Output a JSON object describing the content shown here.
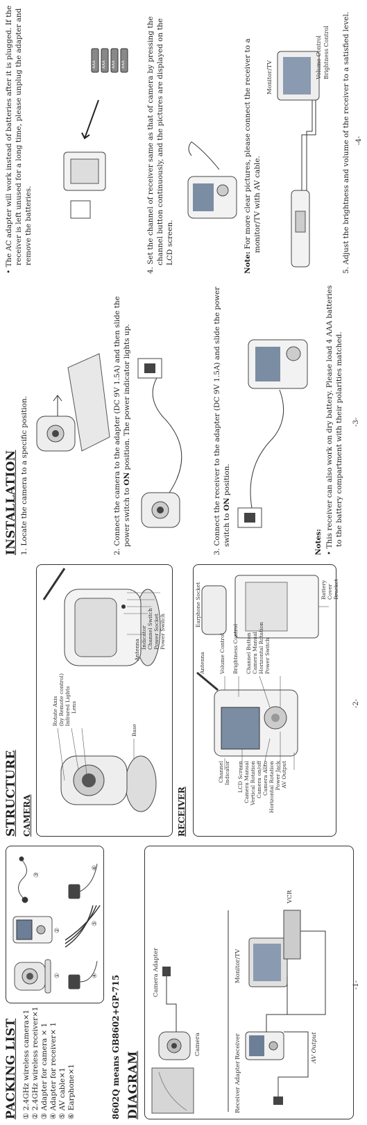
{
  "page1": {
    "packing_list_heading": "PACKING LIST",
    "packing_items": [
      "① 2.4GHz wireless camera×1",
      "② 2.4GHz wireless receiver×1",
      "③ Adapter for camera × 1",
      "④ Adapter for receiver× 1",
      "⑤ AV cable×1",
      "⑥ Earphone×1"
    ],
    "item_numbers": [
      "①",
      "②",
      "③",
      "④",
      "⑤",
      "⑥"
    ],
    "model_note": "8602Q means GB8602+GP-715",
    "diagram_heading": "DIAGRAM",
    "diagram_labels": {
      "camera_adapter": "Camera Adapter",
      "camera": "Camera",
      "receiver": "Receiver",
      "monitor_tv": "Monitor/TV",
      "vcr": "VCR",
      "receiver_adapter": "Receiver Adapter",
      "av_output": "AV Output"
    },
    "page_number": "-1-"
  },
  "page2": {
    "structure_heading": "STRUCTURE",
    "camera_heading": "CAMERA",
    "camera_labels": [
      "Rotate Axis",
      "(by Remote control)",
      "Infrared Lights",
      "Lens",
      "Base",
      "Antenna",
      "Indicator",
      "Channel Switch",
      "Power Socket",
      "Power Switch"
    ],
    "receiver_heading": "RECEIVER",
    "receiver_left_labels": [
      "Channel",
      "Indicator",
      "LCD Screen",
      "Camera Manual",
      "Vertical Rotation",
      "Camera on/off",
      "Camera Auto",
      "Horizontal Rotation",
      "Power Jack",
      "AV Output"
    ],
    "receiver_right_labels": [
      "Antenna",
      "Volume Control",
      "Brightness Control",
      "Channel Button",
      "Camera Manual",
      "Horizontal Rotation",
      "Power Switch"
    ],
    "receiver_side_labels": {
      "earphone_socket": "Earphone Socket",
      "battery_cover": "Battery",
      "battery_cover2": "Cover",
      "bracket": "Bracket"
    },
    "page_number": "-2-"
  },
  "page3": {
    "installation_heading": "INSTALLATION",
    "step1": "1. Locate the camera to a specific position.",
    "step2_a": "2. Connect the camera to the adapter (DC 9V 1.5A) and then slide the",
    "step2_b_pre": "power switch to ",
    "step2_b_bold": "ON",
    "step2_b_post": " position. The power indicator lights up.",
    "step3_a": "3. Connect the receiver to the adapter (DC 9V 1.5A) and slide the power",
    "step3_b_pre": "switch to ",
    "step3_b_bold": "ON",
    "step3_b_post": " position.",
    "notes_heading": "Notes:",
    "note1_a": "•  This receiver can also work on dry battery.  Please load 4 AAA batteries",
    "note1_b": "to the battery compartment with their polarities matched.",
    "page_number": "-3-"
  },
  "page4": {
    "bullet_a": "•  The AC adapter will work instead of batteries after it is plugged. If the",
    "bullet_b": "receiver is left unused for a long time, please unplug the adapter and",
    "bullet_c": "remove the batteries.",
    "battery_label": "AAA",
    "step4_a": "4. Set the channel of receiver same as that of camera by pressing the",
    "step4_b": "channel button continuously, and the pictures are displayed on the",
    "step4_c": "LCD screen.",
    "note_label": "Note:",
    "note_a": " For more clear pictures, please connect the receiver to a",
    "note_b": "monitor/TV with AV cable.",
    "monitor_label": "Monitor/TV",
    "step5": "5. Adjust the brightness and volume of the receiver to a satisfied level.",
    "volume_label": "Volume Control",
    "brightness_label": "Brightness Control",
    "page_number": "-4-"
  }
}
